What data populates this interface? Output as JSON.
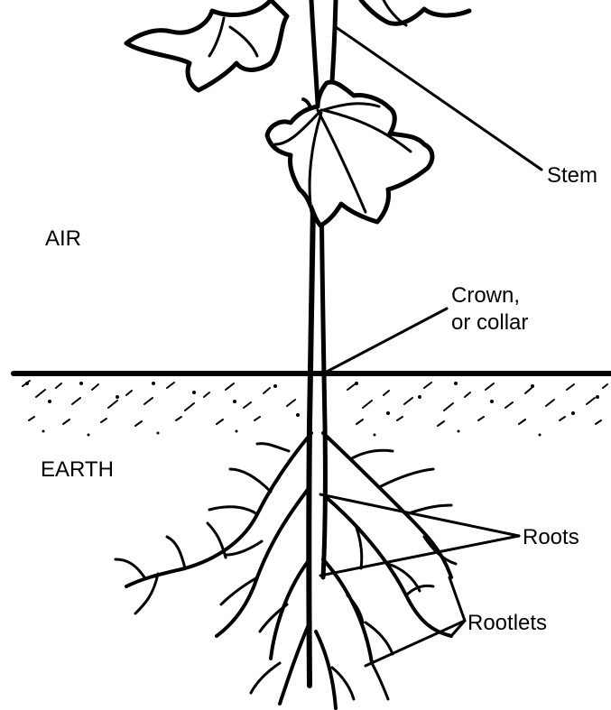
{
  "labels": {
    "air": "AIR",
    "earth": "EARTH",
    "stem": "Stem",
    "crown_line1": "Crown,",
    "crown_line2": "or collar",
    "roots": "Roots",
    "rootlets": "Rootlets"
  },
  "colors": {
    "ink": "#000000",
    "background": "#ffffff"
  }
}
